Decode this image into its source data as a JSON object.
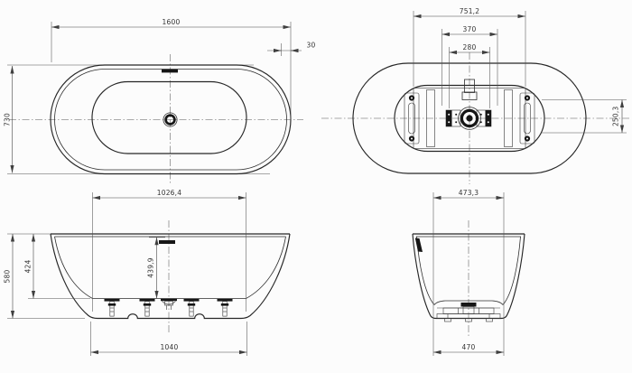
{
  "colors": {
    "background": "#fcfcfc",
    "line": "#2a2a2a",
    "dim_text": "#333333"
  },
  "views": {
    "top_plan": {
      "dim_overall_length": "1600",
      "dim_overall_width": "730",
      "dim_rim_edge": "30"
    },
    "bottom_plan": {
      "dim_frame_length": "751,2",
      "dim_stud_span_outer": "370",
      "dim_stud_span_inner": "280",
      "dim_frame_width": "250,3"
    },
    "side_elevation": {
      "dim_inner_length": "1026,4",
      "dim_inner_depth": "424",
      "dim_overall_height": "580",
      "dim_center_height": "439,9",
      "dim_base_length": "1040"
    },
    "end_elevation": {
      "dim_top_width": "473,3",
      "dim_base_width": "470"
    }
  }
}
